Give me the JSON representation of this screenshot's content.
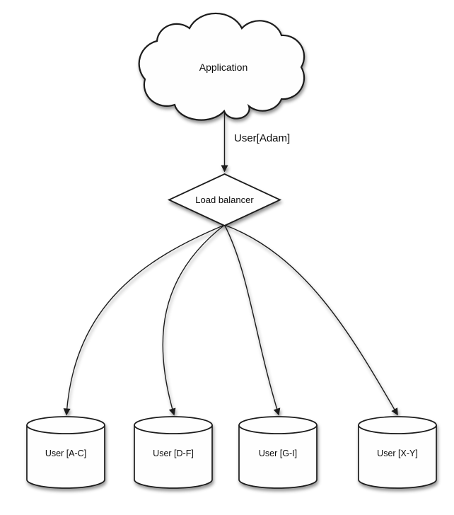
{
  "diagram": {
    "application": {
      "label": "Application"
    },
    "request_label": "User[Adam]",
    "load_balancer": {
      "label": "Load balancer"
    },
    "shards": [
      {
        "label": "User [A-C]"
      },
      {
        "label": "User [D-F]"
      },
      {
        "label": "User [G-I]"
      },
      {
        "label": "User [X-Y]"
      }
    ],
    "colors": {
      "stroke": "#1a1a1a",
      "shape_fill": "#fefefe",
      "text": "#0a0a0a",
      "background": "#ffffff",
      "shadow": "#999999"
    }
  }
}
